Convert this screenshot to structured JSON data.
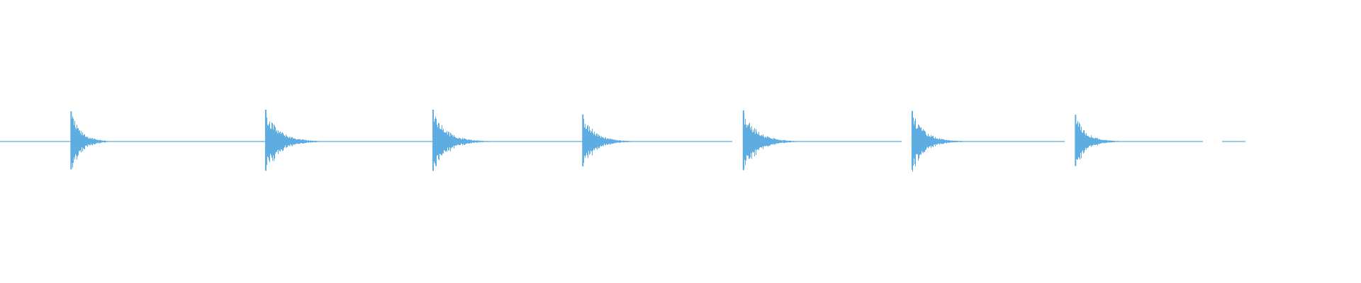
{
  "waveform": {
    "color": "#5dade2",
    "background": "#ffffff",
    "baseline_amplitude": 0.004,
    "duration_fraction_visible": 0.915,
    "hits": [
      {
        "position": 0.052,
        "peak": 0.95,
        "decay": 0.016
      },
      {
        "position": 0.195,
        "peak": 1.0,
        "decay": 0.022
      },
      {
        "position": 0.318,
        "peak": 1.0,
        "decay": 0.022
      },
      {
        "position": 0.428,
        "peak": 0.85,
        "decay": 0.02
      },
      {
        "position": 0.546,
        "peak": 0.98,
        "decay": 0.022
      },
      {
        "position": 0.67,
        "peak": 0.96,
        "decay": 0.02
      },
      {
        "position": 0.79,
        "peak": 0.84,
        "decay": 0.018
      }
    ],
    "gaps": [
      [
        0.538,
        0.546
      ],
      [
        0.662,
        0.67
      ],
      [
        0.782,
        0.79
      ],
      [
        0.8835,
        0.8975
      ]
    ]
  }
}
